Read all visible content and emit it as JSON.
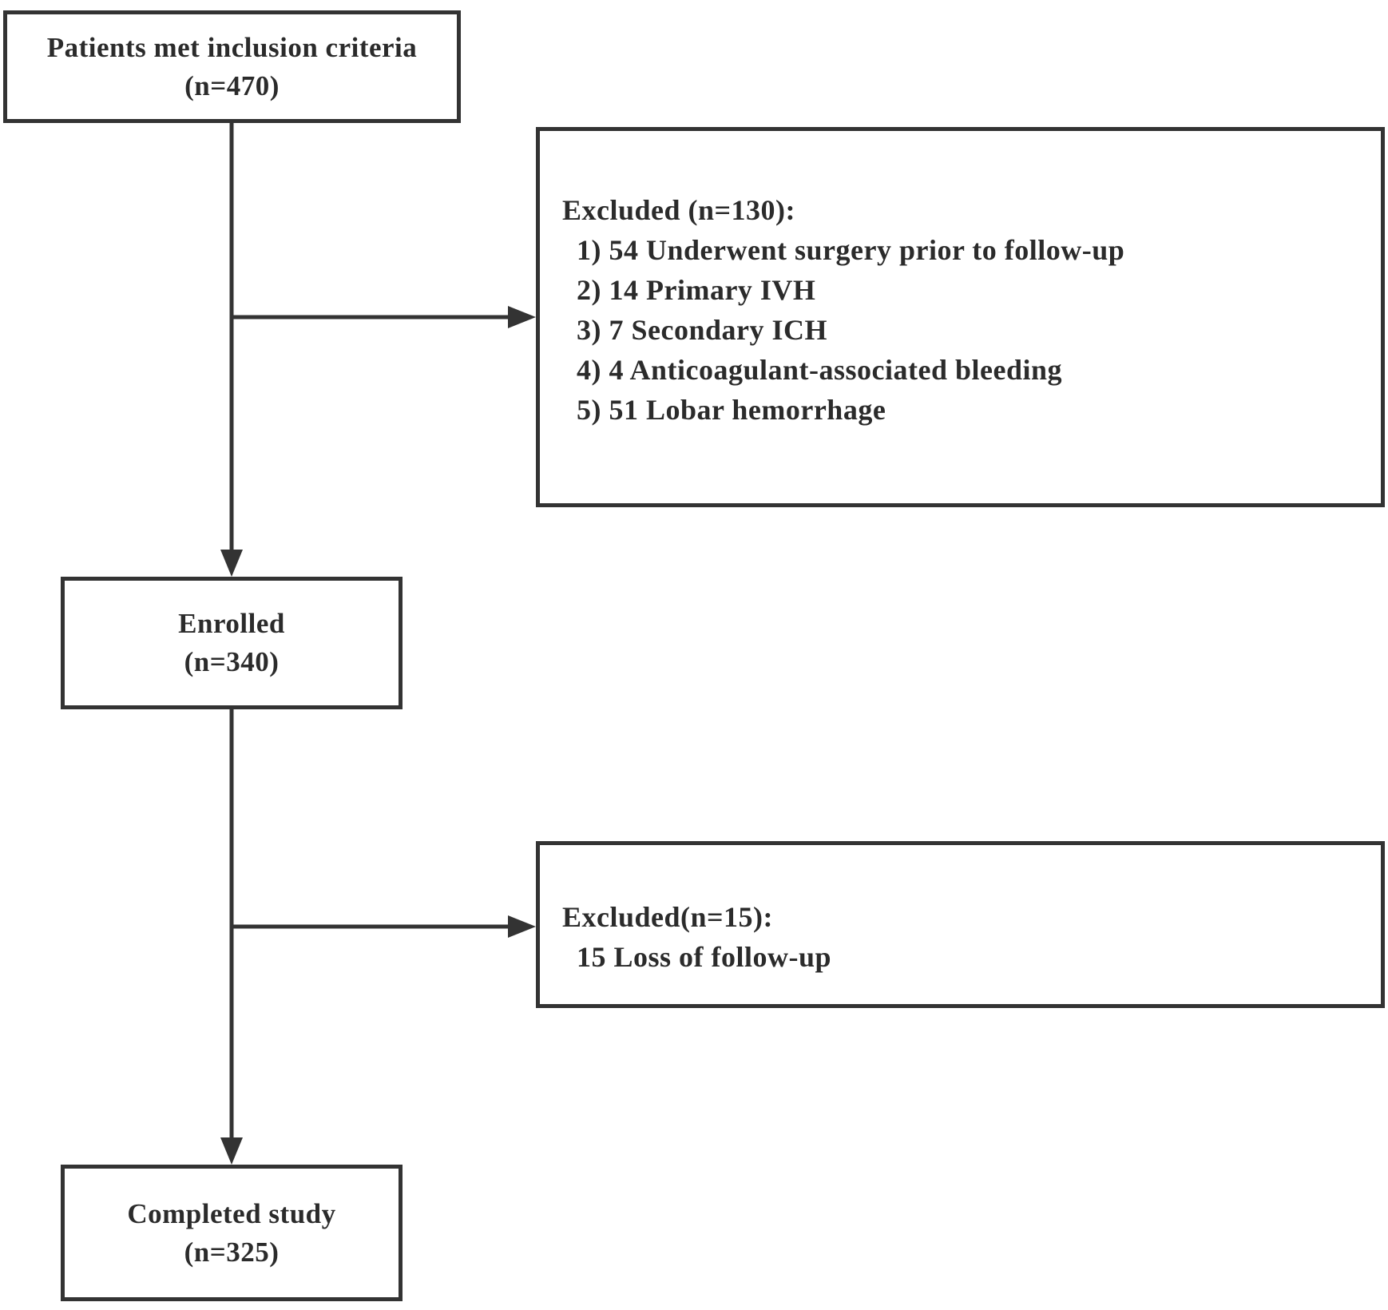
{
  "flowchart": {
    "inclusion": {
      "label": "Patients met inclusion criteria",
      "count": "(n=470)"
    },
    "exclusion_1": {
      "heading": "Excluded (n=130):",
      "items": [
        "1) 54 Underwent surgery prior to follow-up",
        "2) 14 Primary IVH",
        "3) 7 Secondary ICH",
        "4) 4 Anticoagulant-associated bleeding",
        "5) 51 Lobar hemorrhage"
      ]
    },
    "enrolled": {
      "label": "Enrolled",
      "count": "(n=340)"
    },
    "exclusion_2": {
      "heading": "Excluded(n=15):",
      "items": [
        "15 Loss of follow-up"
      ]
    },
    "completed": {
      "label": "Completed study",
      "count": "(n=325)"
    }
  },
  "colors": {
    "line": "#333333",
    "text": "#2b2b2b",
    "background": "#ffffff"
  }
}
